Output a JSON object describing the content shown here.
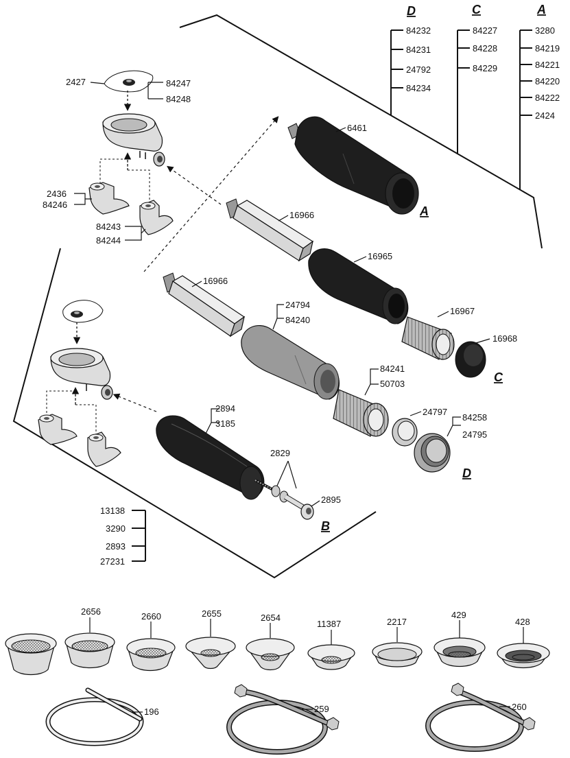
{
  "group_labels": {
    "a": "A",
    "b": "B",
    "c": "C",
    "d": "D"
  },
  "variant_columns": {
    "d": [
      "84232",
      "84231",
      "24792",
      "84234"
    ],
    "c": [
      "84227",
      "84228",
      "84229"
    ],
    "a": [
      "3280",
      "84219",
      "84221",
      "84220",
      "84222",
      "2424"
    ]
  },
  "b_list": [
    "13138",
    "3290",
    "2893",
    "27231"
  ],
  "parts": {
    "p2427": "2427",
    "p84247": "84247",
    "p84248": "84248",
    "p2436": "2436",
    "p84246": "84246",
    "p84243": "84243",
    "p84244": "84244",
    "p6461": "6461",
    "p16966a": "16966",
    "p16965": "16965",
    "p16966b": "16966",
    "p24794": "24794",
    "p84240": "84240",
    "p16967": "16967",
    "p16968": "16968",
    "p84241": "84241",
    "p50703": "50703",
    "p24797": "24797",
    "p84258": "84258",
    "p24795": "24795",
    "p2894": "2894",
    "p3185": "3185",
    "p2829": "2829",
    "p2895": "2895"
  },
  "filters": [
    "2656",
    "2660",
    "2655",
    "2654",
    "11387",
    "2217",
    "429",
    "428"
  ],
  "hoses": [
    "196",
    "259",
    "260"
  ],
  "colors": {
    "dark": "#1e1e1e",
    "mid": "#8a8a8a",
    "light": "#d9d9d9",
    "line": "#111111"
  }
}
